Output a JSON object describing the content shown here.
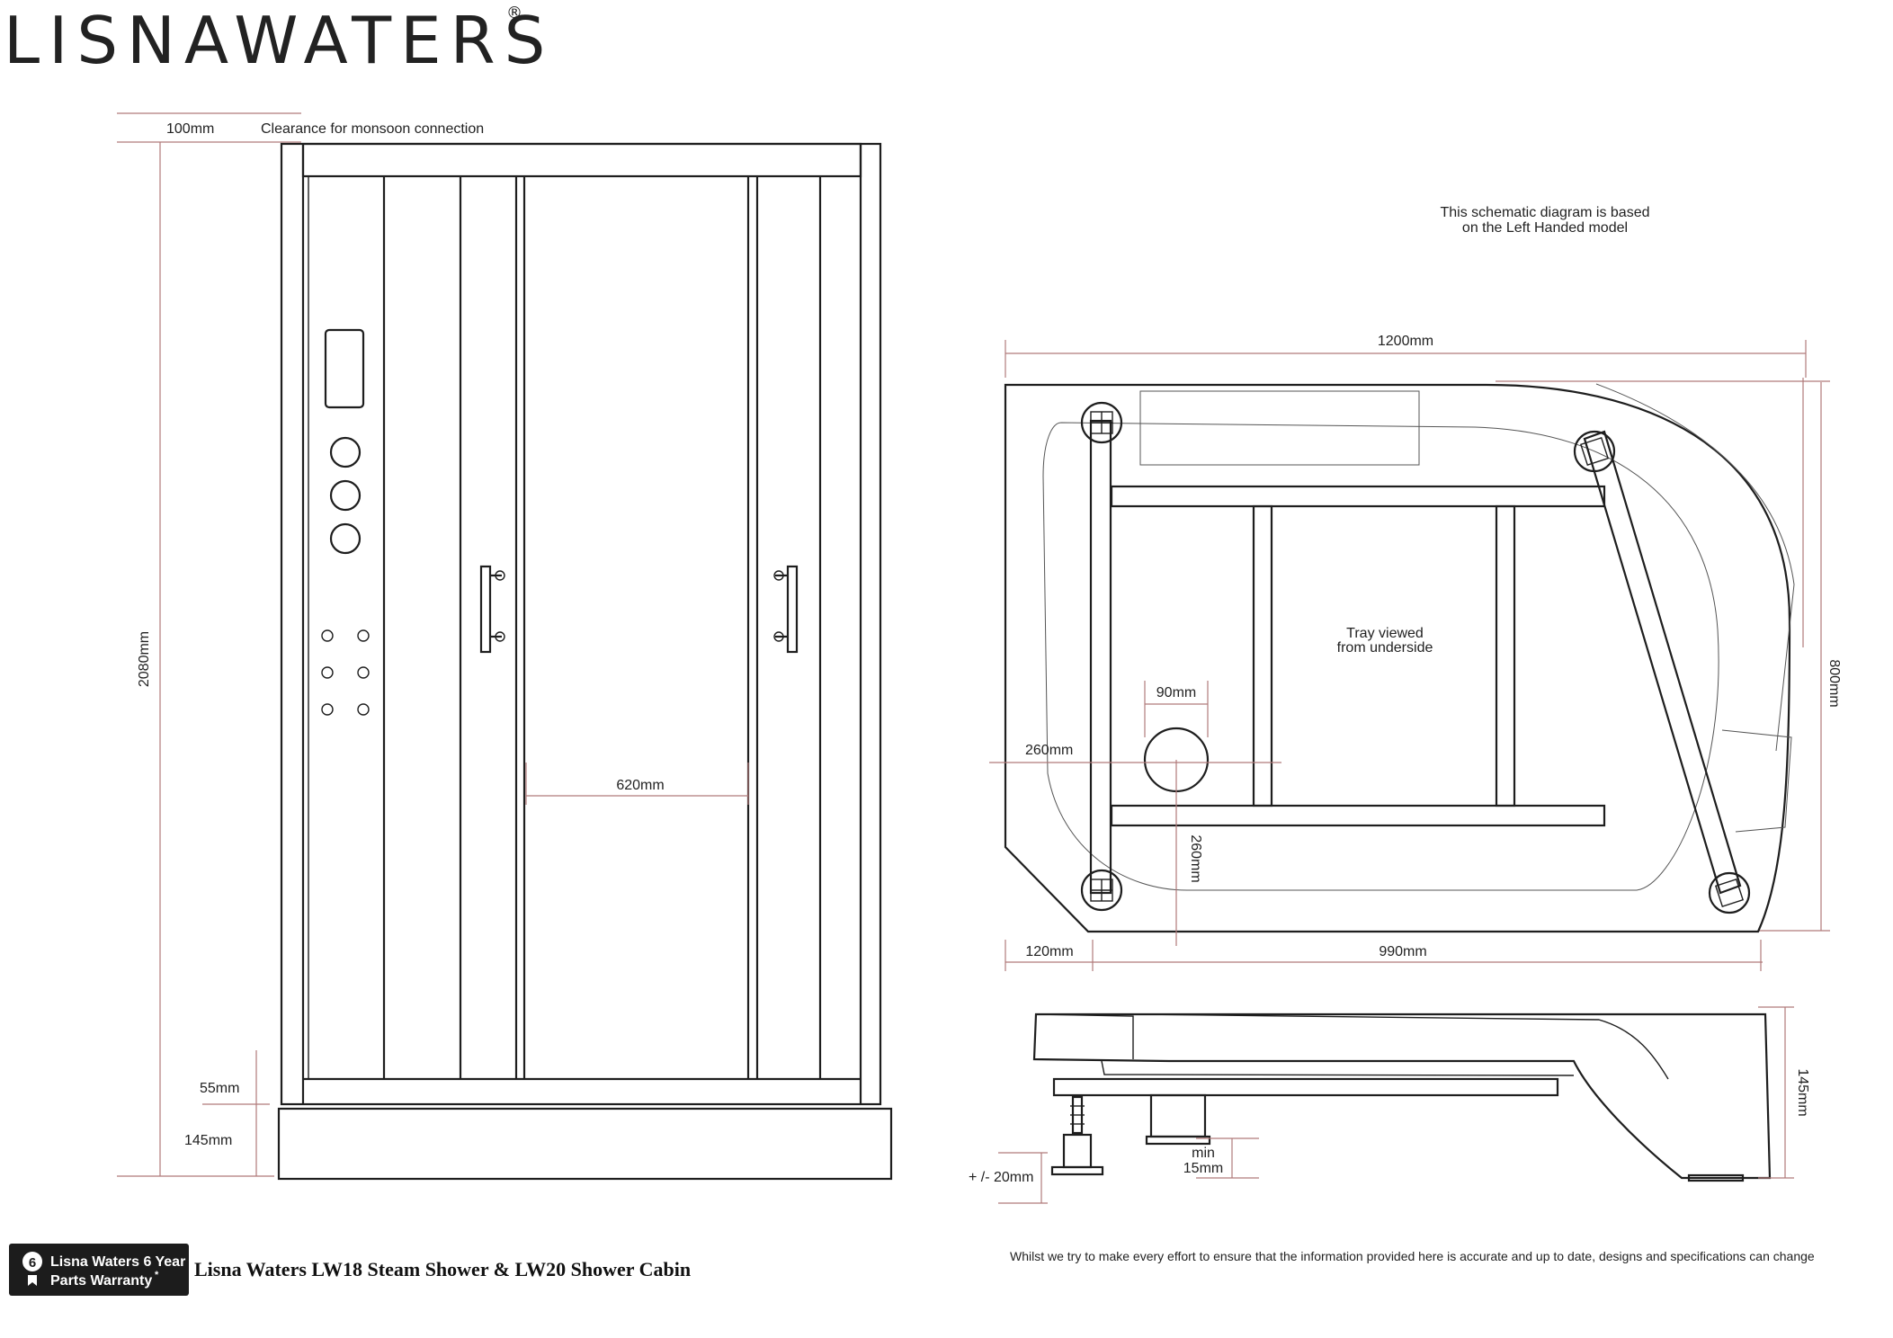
{
  "brand": {
    "name": "LISNAWATERS",
    "registered": "®"
  },
  "note": {
    "line1": "This schematic diagram is based",
    "line2": "on the Left Handed model"
  },
  "front_view": {
    "clearance_dim": "100mm",
    "clearance_label": "Clearance for monsoon connection",
    "height_dim": "2080mm",
    "door_width_dim": "620mm",
    "upper_tray_dim": "55mm",
    "tray_height_dim": "145mm"
  },
  "tray_view": {
    "width_dim": "1200mm",
    "depth_dim": "800mm",
    "label_line1": "Tray viewed",
    "label_line2": "from underside",
    "waste_dim": "90mm",
    "waste_x_dim": "260mm",
    "waste_y_dim": "260mm",
    "front_left_dim": "120mm",
    "front_main_dim": "990mm"
  },
  "side_view": {
    "tray_height_dim": "145mm",
    "min_line1": "min",
    "min_line2": "15mm",
    "leg_adjust_dim": "+ /- 20mm"
  },
  "footer": {
    "badge_number": "6",
    "badge_line1": "Lisna Waters 6 Year",
    "badge_line2": "Parts Warranty",
    "badge_mark": "*",
    "title": "Lisna Waters LW18 Steam Shower & LW20 Shower Cabin",
    "disclaimer": "Whilst we try to make every effort to ensure that the information provided here is accurate and up to date, designs and specifications can change"
  }
}
